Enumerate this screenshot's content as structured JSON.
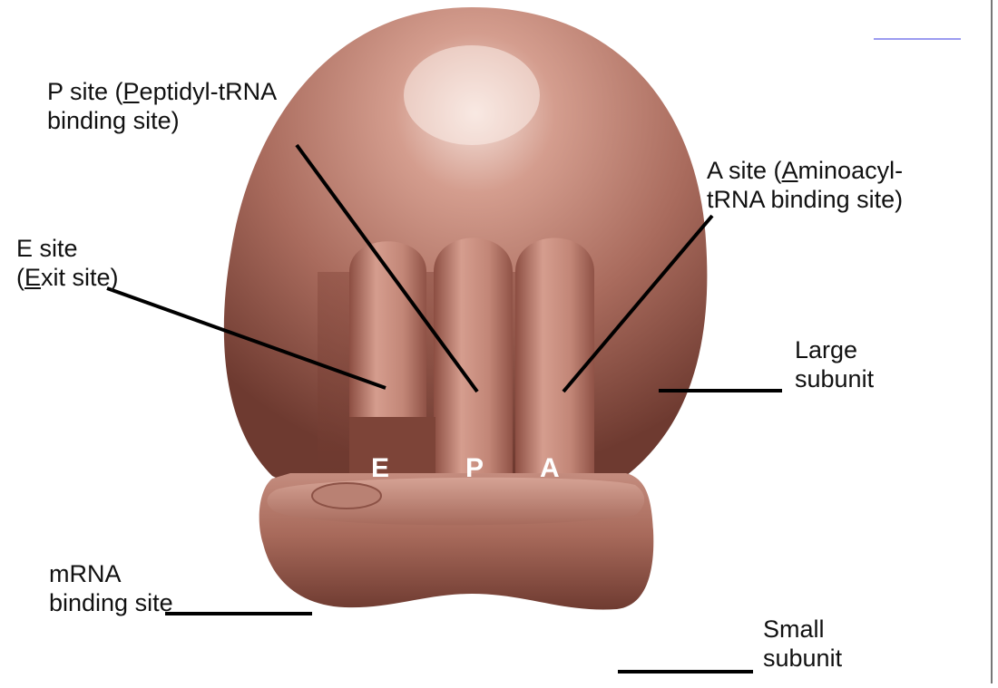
{
  "colors": {
    "ribosome_light": "#f3d2c8",
    "ribosome_mid": "#b9786a",
    "ribosome_dark": "#6e3a30",
    "leader_line": "#000000",
    "letter": "#ffffff",
    "frame": "#777777",
    "top_rule": "#9c9cf0"
  },
  "labels": {
    "p_site": {
      "before": "P site (",
      "u": "P",
      "after": "eptidyl-tRNA",
      "line2": "binding site)"
    },
    "a_site": {
      "before": "A site (",
      "u": "A",
      "after": "minoacyl-",
      "line2": "tRNA binding site)"
    },
    "e_site": {
      "line1": "E site",
      "before": "(",
      "u": "E",
      "after": "xit site)"
    },
    "large_subunit": {
      "line1": "Large",
      "line2": "subunit"
    },
    "mrna_site": {
      "line1": "mRNA",
      "line2": "binding site"
    },
    "small_subunit": {
      "line1": "Small",
      "line2": "subunit"
    }
  },
  "site_letters": {
    "e": "E",
    "p": "P",
    "a": "A"
  }
}
